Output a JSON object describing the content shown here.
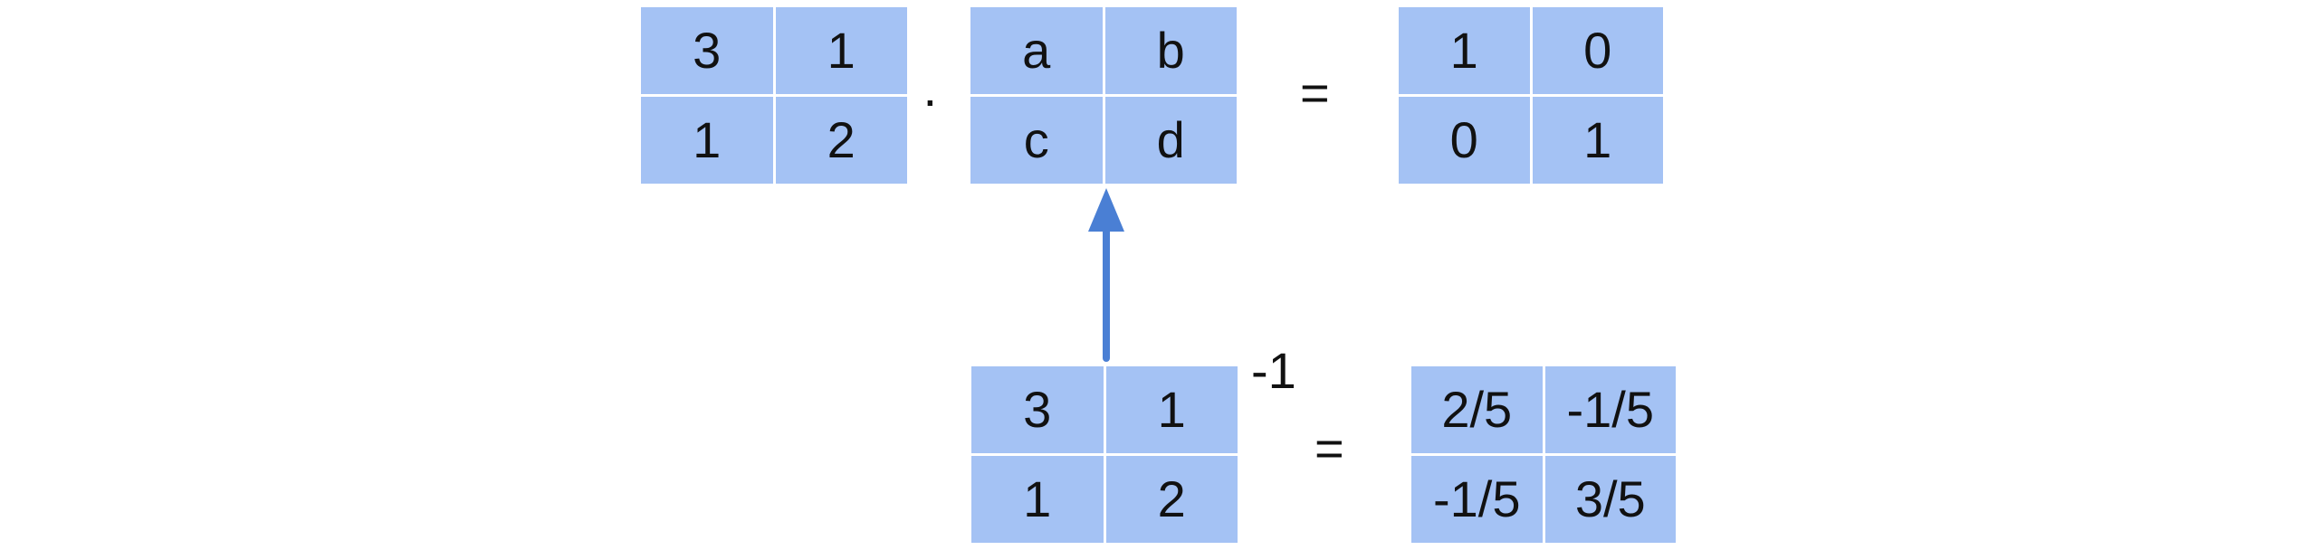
{
  "equation": {
    "matrix_a": [
      [
        "3",
        "1"
      ],
      [
        "1",
        "2"
      ]
    ],
    "dot": "·",
    "matrix_x": [
      [
        "a",
        "b"
      ],
      [
        "c",
        "d"
      ]
    ],
    "equals": "=",
    "identity": [
      [
        "1",
        "0"
      ],
      [
        "0",
        "1"
      ]
    ]
  },
  "inverse": {
    "matrix": [
      [
        "3",
        "1"
      ],
      [
        "1",
        "2"
      ]
    ],
    "exponent": "-1",
    "equals": "=",
    "result": [
      [
        "2/5",
        "-1/5"
      ],
      [
        "-1/5",
        "3/5"
      ]
    ]
  },
  "colors": {
    "cell_fill": "#a4c2f4",
    "arrow": "#4a7fd4",
    "text": "#111111"
  }
}
